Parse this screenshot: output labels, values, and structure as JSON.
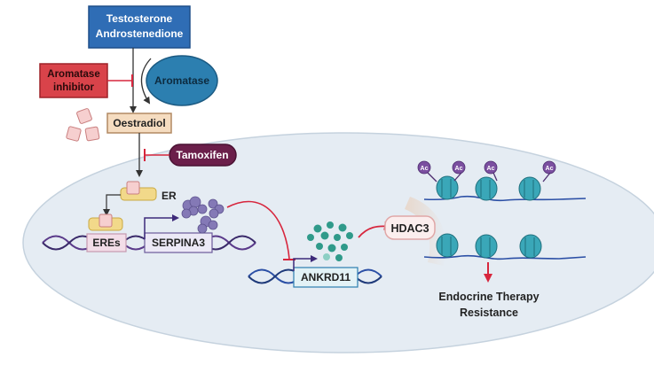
{
  "substrates": {
    "line1": "Testosterone",
    "line2": "Androstenedione"
  },
  "aromatase": {
    "label": "Aromatase"
  },
  "aromatase_inhibitor": {
    "line1": "Aromatase",
    "line2": "inhibitor"
  },
  "oestradiol": {
    "label": "Oestradiol"
  },
  "tamoxifen": {
    "label": "Tamoxifen"
  },
  "receptor": {
    "label": "ER"
  },
  "eres": {
    "label": "EREs"
  },
  "serpina3": {
    "label": "SERPINA3"
  },
  "ankrd11": {
    "label": "ANKRD11"
  },
  "hdac3": {
    "label": "HDAC3"
  },
  "acetyl_tag": {
    "label": "Ac"
  },
  "outcome": {
    "line1": "Endocrine Therapy",
    "line2": "Resistance"
  },
  "colors": {
    "substrate_box": "#2f6db5",
    "inhibitor_box": "#d9434a",
    "aromatase": "#2c7fb0",
    "oestradiol_box": "#f5dcc0",
    "tamoxifen": "#6b1f4a",
    "inhibition": "#d7263d",
    "cell": "#e3eaf1",
    "dna": "#5a3a8a",
    "nucleosome": "#3aa7b8",
    "ac_tag": "#7b4fa0"
  }
}
